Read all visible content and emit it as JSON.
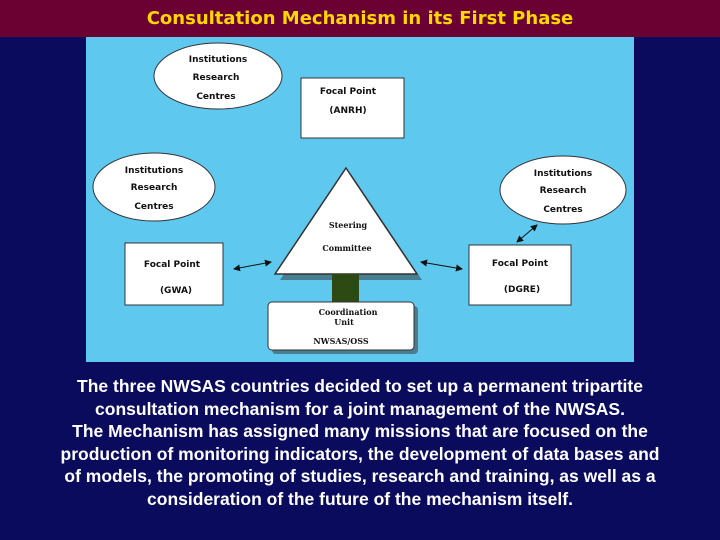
{
  "title": "Consultation Mechanism in its First Phase",
  "colors": {
    "title_bar": "#6b0033",
    "title_text": "#ffd700",
    "background": "#0b0b5e",
    "diagram_bg": "#5ec8ef"
  },
  "diagram": {
    "institutions": [
      {
        "line1": "Institutions",
        "line2": "Research",
        "line3": "Centres"
      },
      {
        "line1": "Institutions",
        "line2": "Research",
        "line3": "Centres"
      },
      {
        "line1": "Institutions",
        "line2": "Research",
        "line3": "Centres"
      }
    ],
    "focal_top": {
      "label": "Focal Point",
      "code": "(ANRH)"
    },
    "focal_left": {
      "label": "Focal Point",
      "code": "(GWA)"
    },
    "focal_right": {
      "label": "Focal Point",
      "code": "(DGRE)"
    },
    "steering": {
      "line1": "Steering",
      "line2": "Committee"
    },
    "coordination": {
      "line1": "Coordination",
      "line2": "Unit",
      "code": "NWSAS/OSS"
    }
  },
  "caption_lines": [
    "The three NWSAS countries decided to set up a permanent tripartite",
    "consultation mechanism for a joint management of the NWSAS.",
    "The Mechanism has assigned many missions that are focused on the",
    "production of monitoring indicators, the development of data bases and",
    "of models, the promoting of studies, research and training, as well as a",
    "consideration of the future of the mechanism itself."
  ]
}
